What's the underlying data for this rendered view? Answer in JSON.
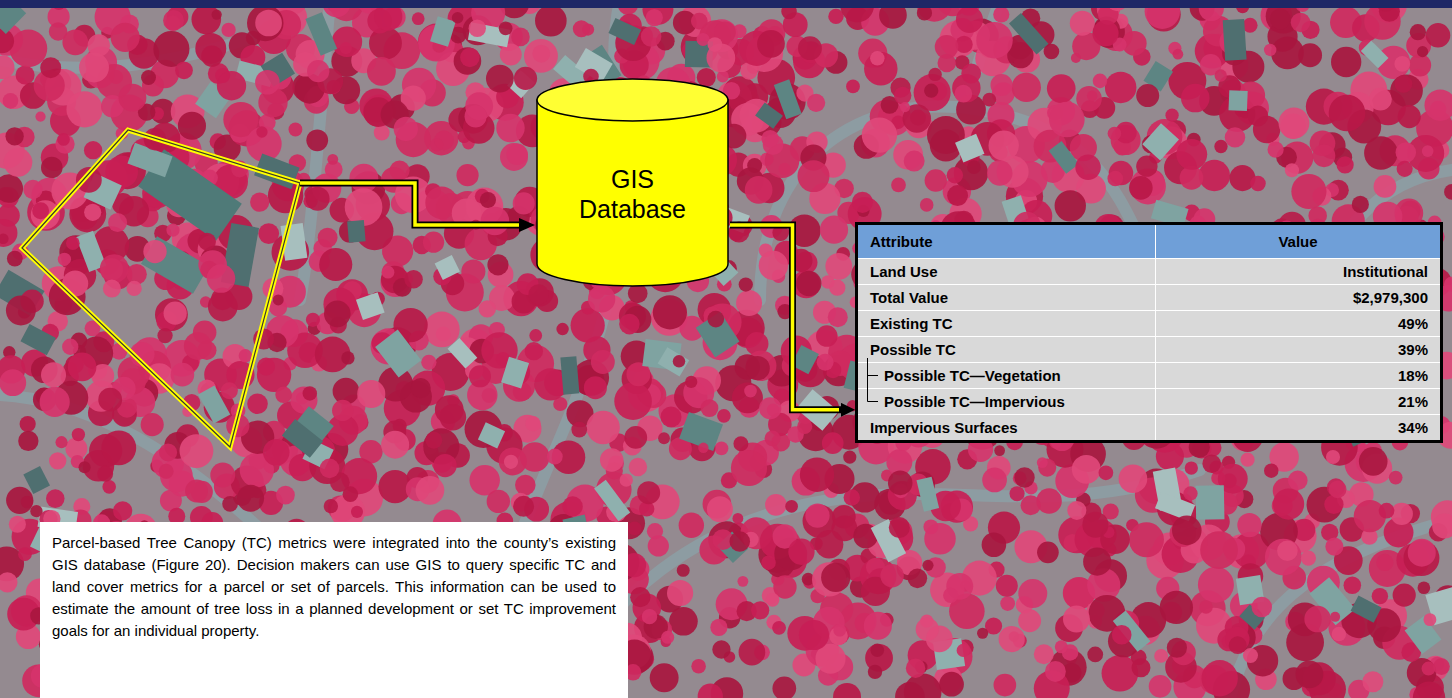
{
  "diagram": {
    "caption": "Parcel-based Tree Canopy (TC) metrics were integrated into the county’s existing GIS database (Figure 20). Decision makers can use GIS to query specific TC and land cover metrics for a parcel or set of parcels. This information can be used to estimate the amount of tree loss in a planned development or set TC improvement goals for an individual property.",
    "nodes": [
      {
        "text": [
          "GIS Database"
        ]
      },
      {
        "text": [
          "Attribute",
          "Value",
          "Land Use",
          "Institutional",
          "Total Value",
          "$2,979,300",
          "Existing TC",
          "49%",
          "Possible TC",
          "39%",
          "Possible TC—Vegetation",
          "18%",
          "Possible TC—Impervious",
          "21%",
          "Impervious Surfaces",
          "34%"
        ]
      }
    ],
    "edges": [
      {
        "from": 0,
        "to": 1,
        "arrow": "to"
      }
    ]
  }
}
